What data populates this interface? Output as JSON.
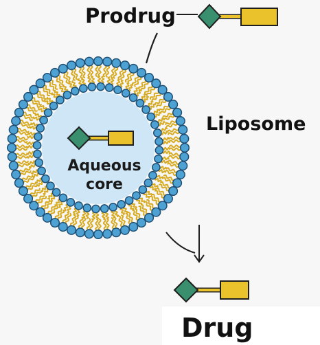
{
  "labels": {
    "prodrug": "Prodrug",
    "liposome": "Liposome",
    "core_line1": "Aqueous",
    "core_line2": "core",
    "drug": "Drug"
  },
  "colors": {
    "background": "#f7f7f7",
    "head_fill": "#4ea2d3",
    "head_stroke": "#1d4e74",
    "tail": "#d7aa1f",
    "core_fill": "#cfe6f6",
    "diamond_fill": "#3a8f6f",
    "rect_fill": "#e9c22c",
    "outline": "#1e1e1e"
  },
  "icons": [
    "prodrug-diamond-rect-icon",
    "drug-diamond-rect-icon"
  ]
}
